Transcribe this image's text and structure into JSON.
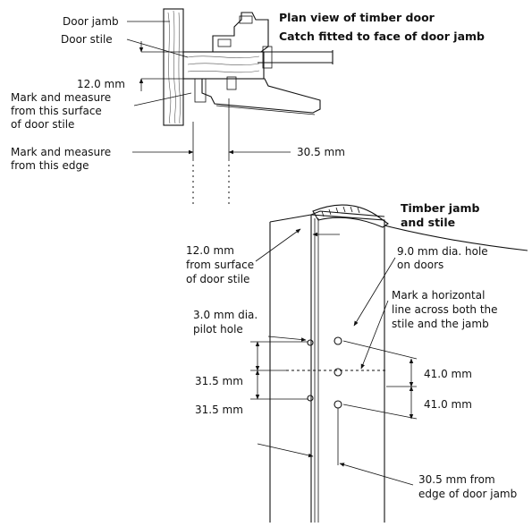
{
  "top": {
    "title_line1": "Plan view of timber door",
    "title_line2": "Catch fitted to face of door jamb",
    "door_jamb": "Door jamb",
    "door_stile": "Door stile",
    "dim_12": "12.0 mm",
    "mark_surface_1": "Mark and measure",
    "mark_surface_2": "from this surface",
    "mark_surface_3": "of door stile",
    "mark_edge_1": "Mark and measure",
    "mark_edge_2": "from this edge",
    "dim_305": "30.5 mm"
  },
  "bottom": {
    "title_line1": "Timber jamb",
    "title_line2": "and stile",
    "from_surface_1": "12.0 mm",
    "from_surface_2": "from surface",
    "from_surface_3": "of door stile",
    "hole9_1": "9.0 mm dia. hole",
    "hole9_2": "on doors",
    "mark_line_1": "Mark a horizontal",
    "mark_line_2": "line across both the",
    "mark_line_3": "stile and the jamb",
    "pilot_1": "3.0 mm dia.",
    "pilot_2": "pilot hole",
    "dim_315_a": "31.5 mm",
    "dim_315_b": "31.5 mm",
    "dim_41_a": "41.0 mm",
    "dim_41_b": "41.0 mm",
    "edge_1": "30.5 mm from",
    "edge_2": "edge of door jamb"
  }
}
